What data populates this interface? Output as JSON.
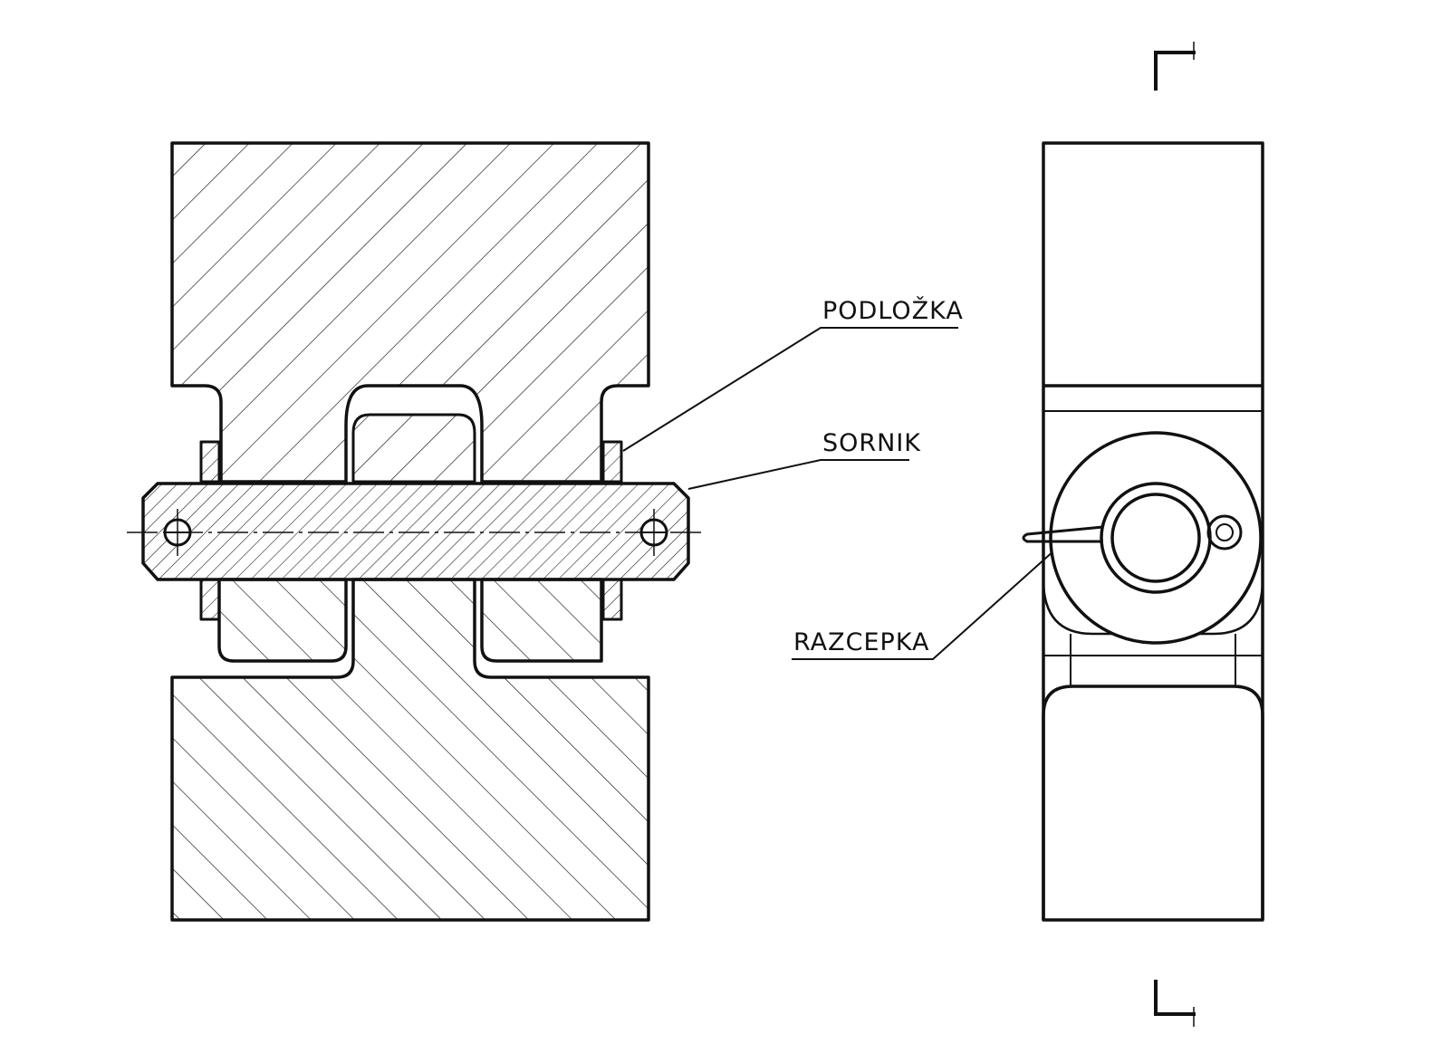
{
  "callouts": {
    "washer": "PODLOŽKA",
    "pin": "SORNIK",
    "cotter_pin": "RAZCEPKA"
  },
  "colors": {
    "line": "#111111",
    "hatch": "#222222",
    "background": "#ffffff"
  }
}
